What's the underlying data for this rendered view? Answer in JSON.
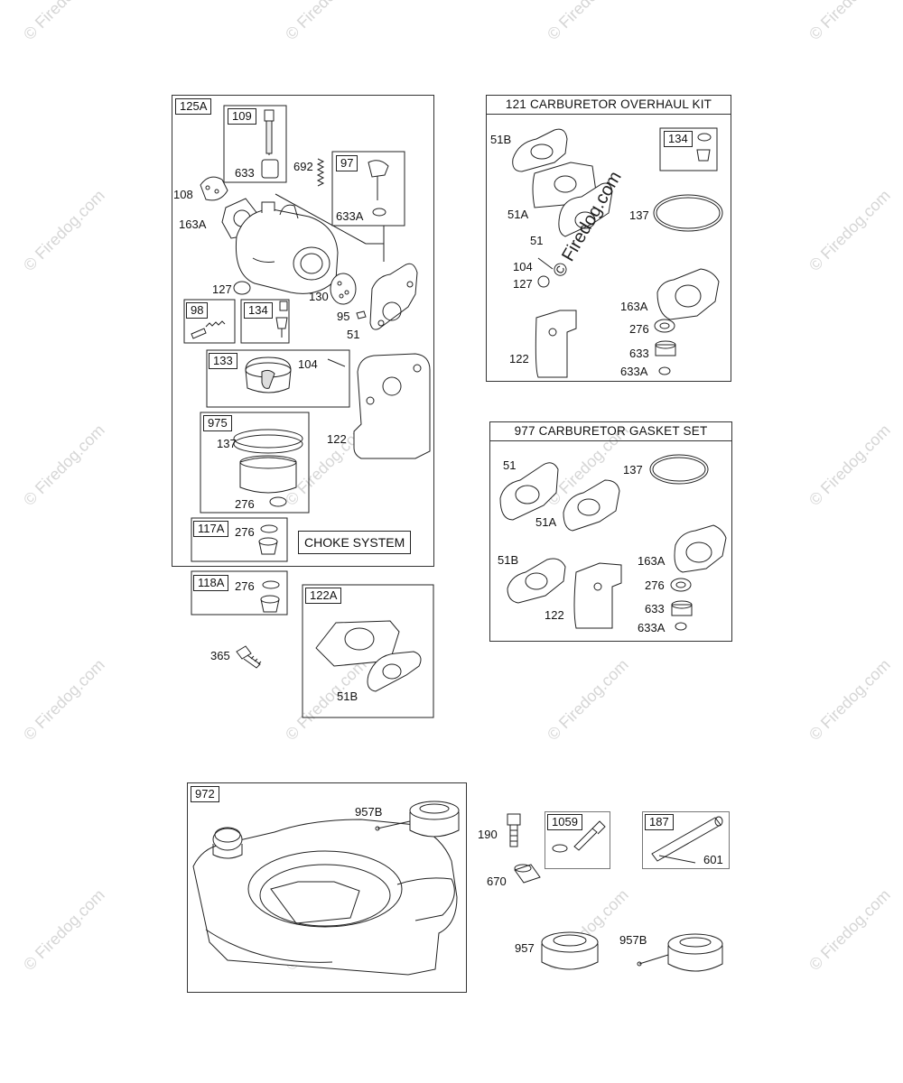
{
  "watermark": {
    "text": "© Firedog.com",
    "center_text": "© Firedog.com"
  },
  "carburetor": {
    "tag": "125A",
    "labels": {
      "l109": "109",
      "l633": "633",
      "l692": "692",
      "l97": "97",
      "l633A": "633A",
      "l108": "108",
      "l163A": "163A",
      "l127": "127",
      "l130": "130",
      "l95": "95",
      "l51": "51",
      "l98": "98",
      "l134": "134",
      "l133": "133",
      "l104": "104",
      "l975": "975",
      "l137": "137",
      "l122": "122",
      "l276": "276",
      "l117A": "117A",
      "l276b": "276"
    },
    "choke_system": "CHOKE SYSTEM"
  },
  "part118A": {
    "tag": "118A",
    "label276": "276"
  },
  "part365": {
    "label": "365"
  },
  "part122A": {
    "tag": "122A",
    "label51B": "51B"
  },
  "overhaul_kit": {
    "title": "121 CARBURETOR OVERHAUL KIT",
    "tag134": "134",
    "labels": {
      "l51B": "51B",
      "l51A": "51A",
      "l51": "51",
      "l104": "104",
      "l127": "127",
      "l122": "122",
      "l137": "137",
      "l163A": "163A",
      "l276": "276",
      "l633": "633",
      "l633A": "633A"
    }
  },
  "gasket_set": {
    "title": "977 CARBURETOR GASKET SET",
    "labels": {
      "l51": "51",
      "l51A": "51A",
      "l51B": "51B",
      "l122": "122",
      "l137": "137",
      "l163A": "163A",
      "l276": "276",
      "l633": "633",
      "l633A": "633A"
    }
  },
  "fuel_tank": {
    "tag": "972",
    "label957B": "957B"
  },
  "loose_parts": {
    "l190": "190",
    "l670": "670",
    "l957": "957",
    "l957B": "957B",
    "tag1059": "1059",
    "tag187": "187",
    "l601": "601"
  }
}
